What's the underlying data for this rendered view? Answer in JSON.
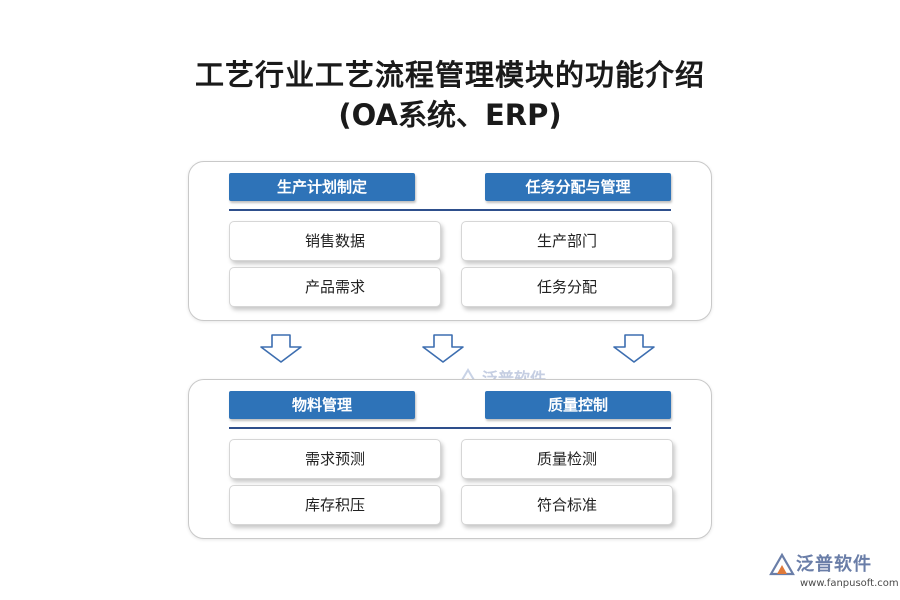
{
  "title": {
    "line1": "工艺行业工艺流程管理模块的功能介绍",
    "line2": "(OA系统、ERP)"
  },
  "panels": [
    {
      "left_header": "生产计划制定",
      "right_header": "任务分配与管理",
      "left_items": [
        "销售数据",
        "产品需求"
      ],
      "right_items": [
        "生产部门",
        "任务分配"
      ]
    },
    {
      "left_header": "物料管理",
      "right_header": "质量控制",
      "left_items": [
        "需求预测",
        "库存积压"
      ],
      "right_items": [
        "质量检测",
        "符合标准"
      ]
    }
  ],
  "watermark": {
    "center_text": "泛普软件",
    "corner_text": "泛普软件",
    "corner_url": "www.fanpusoft.com"
  },
  "colors": {
    "header_fill": "#2e73b8",
    "rule": "#2e4f8c",
    "arrow_stroke": "#3d6eb0"
  }
}
